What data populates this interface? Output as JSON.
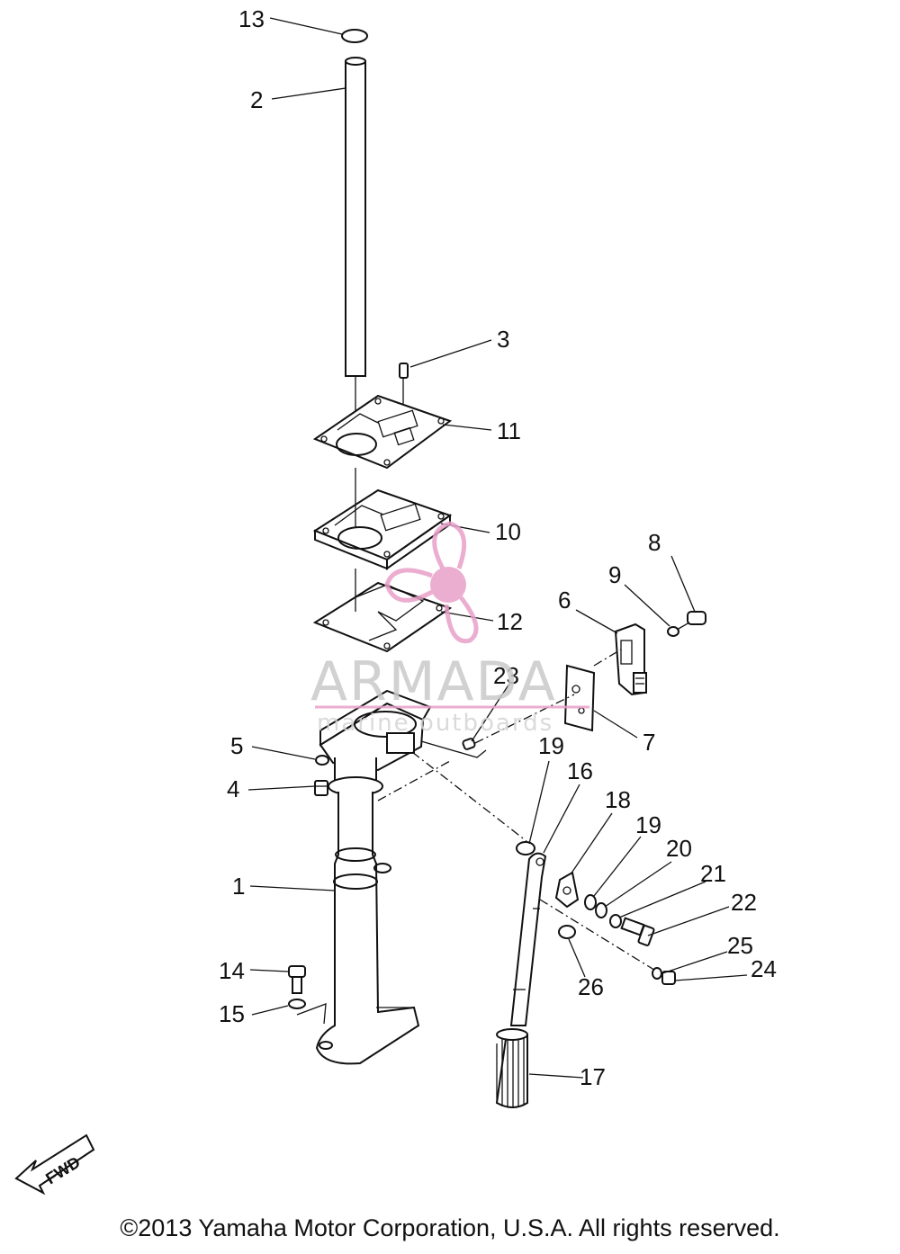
{
  "diagram": {
    "callouts": {
      "c1": "1",
      "c2": "2",
      "c3": "3",
      "c4": "4",
      "c5": "5",
      "c6": "6",
      "c7": "7",
      "c8": "8",
      "c9": "9",
      "c10": "10",
      "c11": "11",
      "c12": "12",
      "c13": "13",
      "c14": "14",
      "c15": "15",
      "c16": "16",
      "c17": "17",
      "c18": "18",
      "c19a": "19",
      "c19b": "19",
      "c20": "20",
      "c21": "21",
      "c22": "22",
      "c23": "23",
      "c24": "24",
      "c25": "25",
      "c26": "26"
    },
    "fwd_label": "FWD"
  },
  "watermark": {
    "word": "ARMADA",
    "subtitle": "marine outboards",
    "color": "#e8a0c8"
  },
  "footer": {
    "copyright": "©2013 Yamaha Motor Corporation, U.S.A. All rights reserved."
  }
}
